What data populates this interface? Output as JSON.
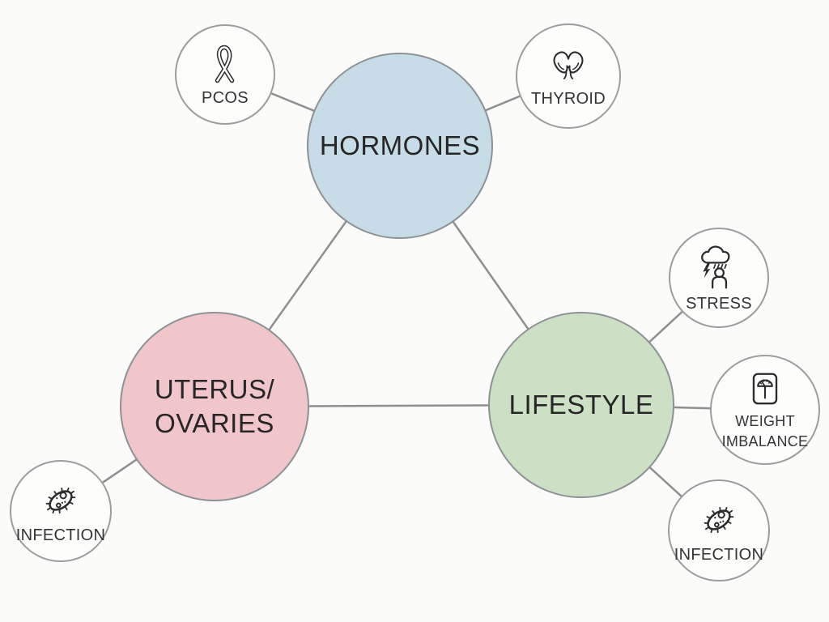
{
  "nodes": {
    "hormones": {
      "label": "HORMONES",
      "fill": "#c6dde8"
    },
    "uterus_ovaries": {
      "line1": "UTERUS/",
      "line2": "OVARIES",
      "fill": "#f0c6cb"
    },
    "lifestyle": {
      "label": "LIFESTYLE",
      "fill": "#cce1c4"
    },
    "pcos": {
      "label": "PCOS",
      "icon": "awareness-ribbon-icon"
    },
    "thyroid": {
      "label": "THYROID",
      "icon": "thyroid-gland-icon"
    },
    "stress": {
      "label": "STRESS",
      "icon": "storm-cloud-over-person-icon"
    },
    "weight_imbalance": {
      "line1": "WEIGHT",
      "line2": "IMBALANCE",
      "icon": "weighing-scale-icon"
    },
    "infection_left": {
      "label": "INFECTION",
      "icon": "bacteria-icon"
    },
    "infection_right": {
      "label": "INFECTION",
      "icon": "bacteria-icon"
    }
  },
  "edges": [
    {
      "from": "pcos",
      "to": "hormones"
    },
    {
      "from": "thyroid",
      "to": "hormones"
    },
    {
      "from": "hormones",
      "to": "uterus_ovaries"
    },
    {
      "from": "hormones",
      "to": "lifestyle"
    },
    {
      "from": "uterus_ovaries",
      "to": "lifestyle"
    },
    {
      "from": "uterus_ovaries",
      "to": "infection_left"
    },
    {
      "from": "lifestyle",
      "to": "stress"
    },
    {
      "from": "lifestyle",
      "to": "weight_imbalance"
    },
    {
      "from": "lifestyle",
      "to": "infection_right"
    }
  ],
  "colors": {
    "background": "#fbfbf9",
    "line": "#8f8f8f",
    "main_border": "#8d9296",
    "satellite_border": "#9d9d9d",
    "satellite_fill": "#fdfdfc",
    "text": "#2a2a2a"
  }
}
